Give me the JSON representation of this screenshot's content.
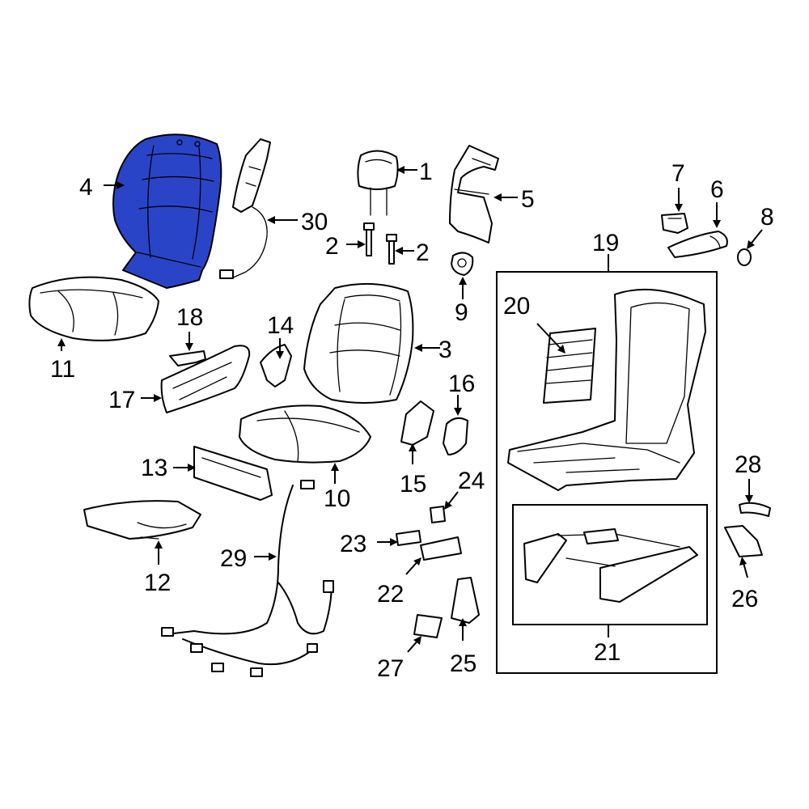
{
  "colors": {
    "highlight": "#2a44c8",
    "line": "#000000",
    "background": "#ffffff"
  },
  "highlighted_part": "4",
  "callouts": {
    "c1": "1",
    "c2a": "2",
    "c2b": "2",
    "c3": "3",
    "c4": "4",
    "c5": "5",
    "c6": "6",
    "c7": "7",
    "c8": "8",
    "c9": "9",
    "c10": "10",
    "c11": "11",
    "c12": "12",
    "c13": "13",
    "c14": "14",
    "c15": "15",
    "c16": "16",
    "c17": "17",
    "c18": "18",
    "c19": "19",
    "c20": "20",
    "c21": "21",
    "c22": "22",
    "c23": "23",
    "c24": "24",
    "c25": "25",
    "c26": "26",
    "c27": "27",
    "c28": "28",
    "c29": "29",
    "c30": "30"
  }
}
